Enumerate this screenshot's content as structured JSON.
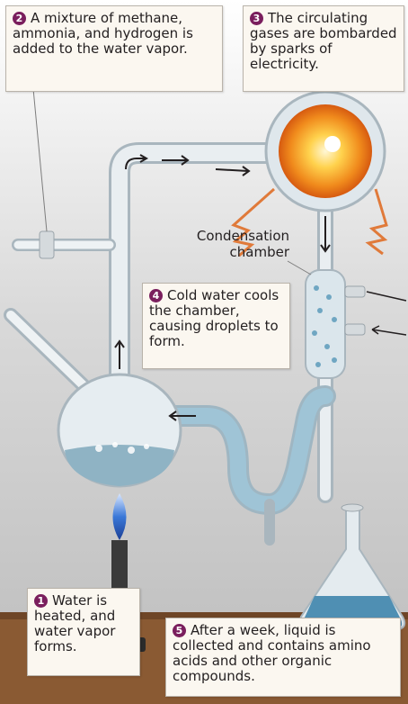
{
  "steps": [
    {
      "number": "1",
      "text": "Water is heated, and water vapor forms."
    },
    {
      "number": "2",
      "text": "A mixture of methane, ammonia, and hydrogen is added to the water vapor."
    },
    {
      "number": "3",
      "text": "The circulating gases are bombarded by sparks of electricity."
    },
    {
      "number": "4",
      "text": "Cold water cools the chamber, causing droplets to form."
    },
    {
      "number": "5",
      "text": "After a week, liquid is collected and contains amino acids and other organic compounds."
    }
  ],
  "labels": {
    "condensation_line1": "Condensation",
    "condensation_line2": "chamber"
  },
  "colors": {
    "step_number": "#7a1e5d",
    "glass": "#d9dfe3",
    "liquid": "#9fc4d6",
    "spark": "#f5a623",
    "bench": "#8a5a33",
    "callout_bg": "#fbf7f0"
  }
}
